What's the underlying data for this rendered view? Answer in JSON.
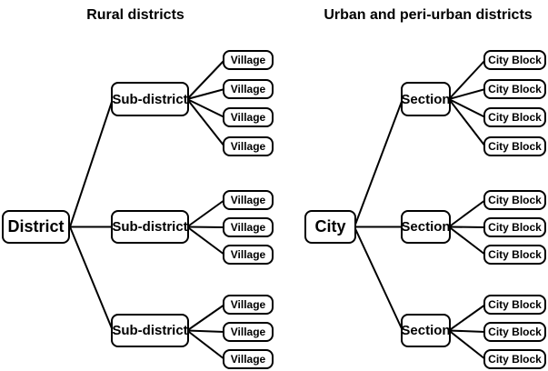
{
  "diagram": {
    "description_colors": {
      "background": "#ffffff",
      "box_fill": "#ffffff",
      "box_border": "#000000",
      "line": "#000000",
      "text": "#000000"
    },
    "trees": [
      {
        "title": "Rural districts",
        "root_label": "District",
        "branch_label": "Sub-district",
        "leaf_label": "Village",
        "branches": [
          {
            "leaf_count": 4
          },
          {
            "leaf_count": 3
          },
          {
            "leaf_count": 3
          }
        ]
      },
      {
        "title": "Urban and peri-urban districts",
        "root_label": "City",
        "branch_label": "Section",
        "leaf_label": "City Block",
        "branches": [
          {
            "leaf_count": 4
          },
          {
            "leaf_count": 3
          },
          {
            "leaf_count": 3
          }
        ]
      }
    ]
  }
}
